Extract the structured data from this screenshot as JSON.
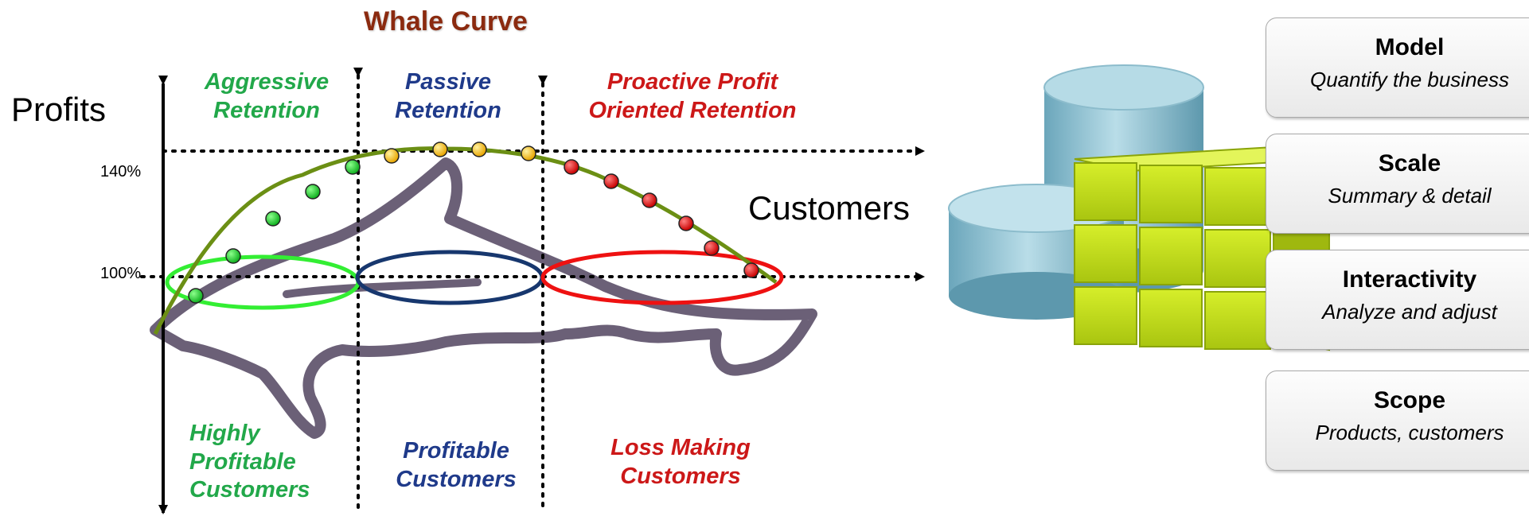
{
  "title": "Whale Curve",
  "axes": {
    "y_label": "Profits",
    "x_label": "Customers",
    "tick_140": "140%",
    "tick_100": "100%"
  },
  "segments": {
    "top": [
      {
        "text": "Aggressive\nRetention",
        "color": "#22a84a"
      },
      {
        "text": "Passive\nRetention",
        "color": "#1f3a8a"
      },
      {
        "text": "Proactive Profit\nOriented Retention",
        "color": "#cc1818"
      }
    ],
    "bottom": [
      {
        "text": "Highly\nProfitable\nCustomers",
        "color": "#22a84a"
      },
      {
        "text": "Profitable\nCustomers",
        "color": "#1f3a8a"
      },
      {
        "text": "Loss Making\nCustomers",
        "color": "#cc1818"
      }
    ]
  },
  "cards": [
    {
      "title": "Model",
      "subtitle": "Quantify the business"
    },
    {
      "title": "Scale",
      "subtitle": "Summary & detail"
    },
    {
      "title": "Interactivity",
      "subtitle": "Analyze and adjust"
    },
    {
      "title": "Scope",
      "subtitle": "Products, customers"
    }
  ],
  "colors": {
    "curve": "#6b8f14",
    "green": "#22cc33",
    "yellow": "#f2be18",
    "red": "#e01818",
    "ellipse_green": "#33ee33",
    "ellipse_blue": "#17376e",
    "ellipse_red": "#ee1111",
    "cube": "#c7e21a",
    "cylinder": "#86bfd2",
    "title": "#8b2a0f"
  },
  "icons": {
    "database": "database-cube-icon",
    "whale": "whale-outline-icon"
  }
}
